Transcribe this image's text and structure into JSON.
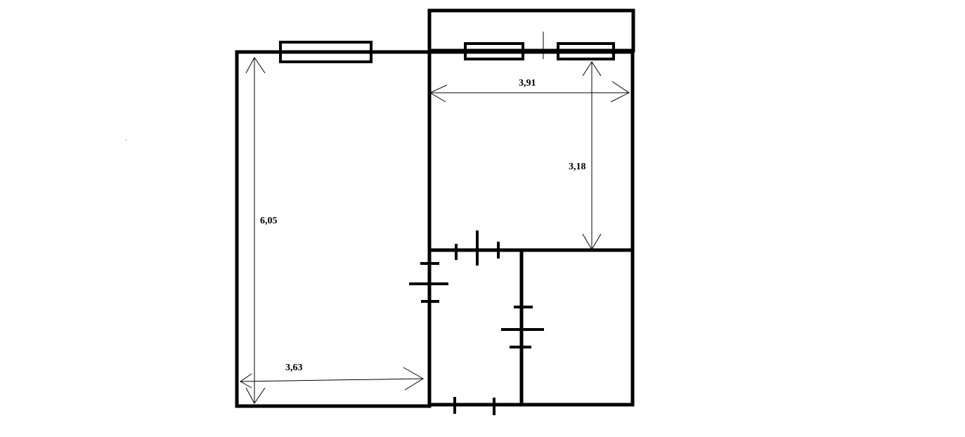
{
  "floor_plan": {
    "dimensions": {
      "left_room_height": "6,05",
      "left_room_width": "3,63",
      "right_room_width": "3,91",
      "right_room_height": "3,18"
    },
    "line_color": "#000000",
    "background_color": "#ffffff"
  }
}
